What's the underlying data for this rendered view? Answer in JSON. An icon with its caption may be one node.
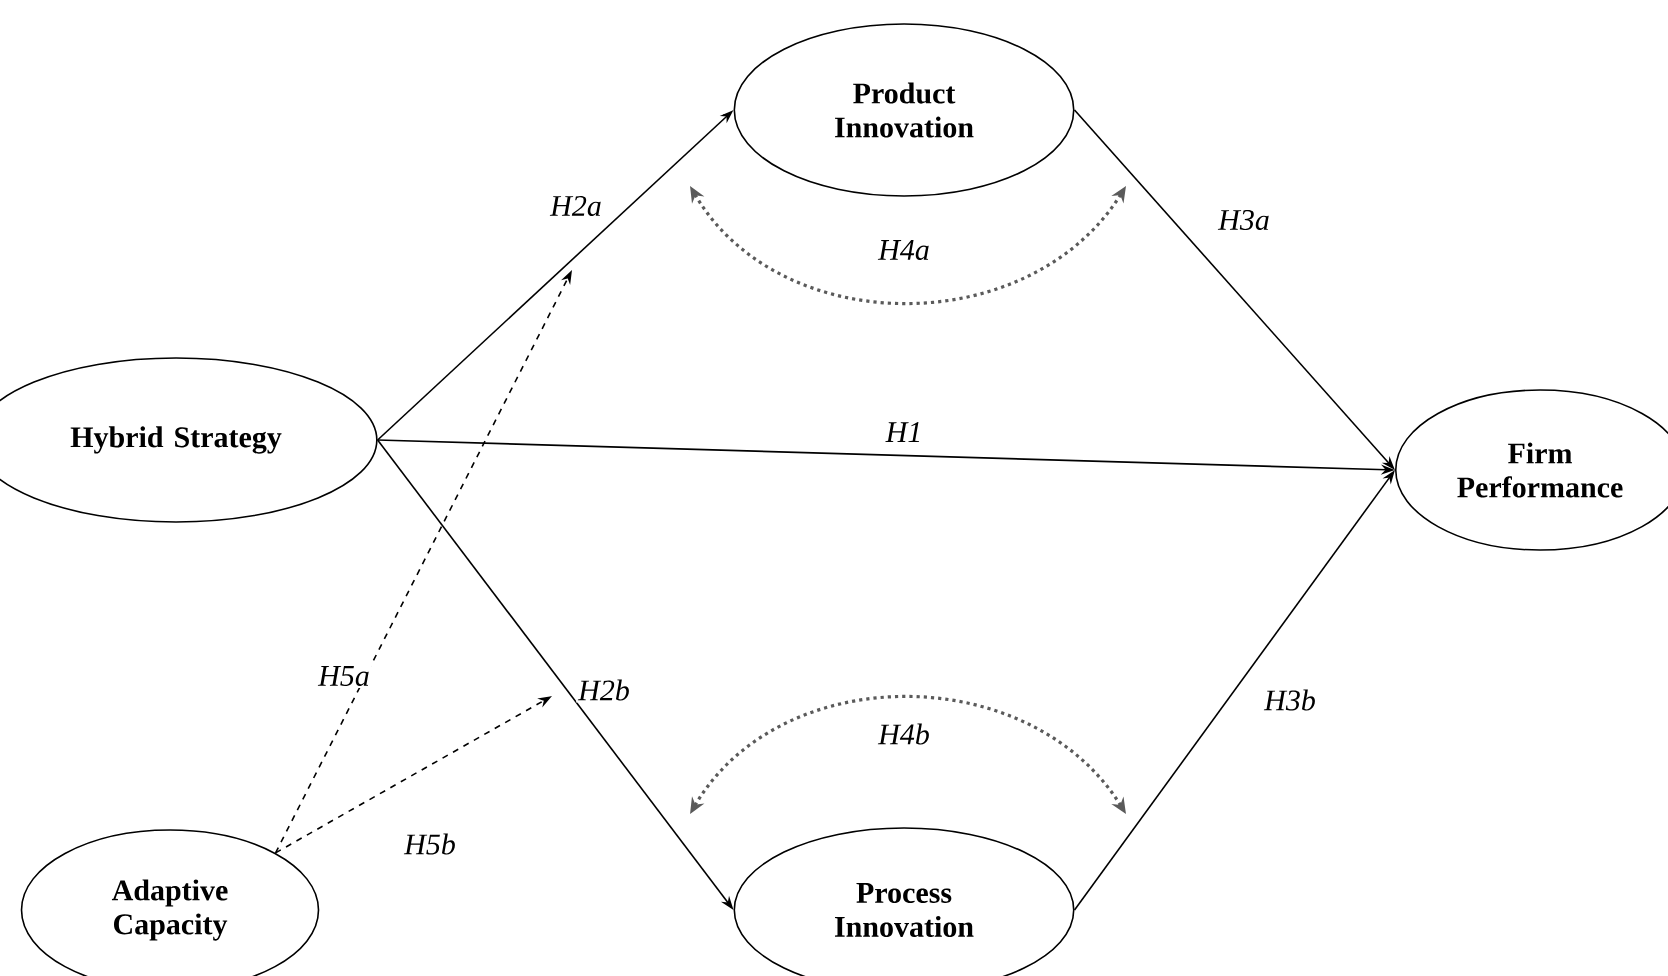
{
  "diagram": {
    "nodes": [
      {
        "text": [
          "Hybrid Strategy"
        ]
      },
      {
        "text": [
          "Product Innovation"
        ]
      },
      {
        "text": [
          "Firm Performance"
        ]
      },
      {
        "text": [
          "Adaptive Capacity"
        ]
      },
      {
        "text": [
          "Process Innovation"
        ]
      }
    ],
    "edges": [
      {
        "from": 0,
        "to": 1,
        "arrow": "to",
        "label": "H2a"
      },
      {
        "from": 0,
        "to": 2,
        "arrow": "to",
        "label": "H1"
      },
      {
        "from": 0,
        "to": 4,
        "arrow": "to",
        "label": "H2b"
      },
      {
        "from": 1,
        "to": 2,
        "arrow": "to",
        "label": "H3a"
      },
      {
        "from": 4,
        "to": 2,
        "arrow": "to",
        "label": "H3b"
      },
      {
        "from": 3,
        "to": null,
        "arrow": "to",
        "label": "H5a",
        "style": "dashed"
      },
      {
        "from": 3,
        "to": null,
        "arrow": "to",
        "label": "H5b",
        "style": "dashed"
      }
    ],
    "labels": [
      "H4a",
      "H4b"
    ]
  }
}
